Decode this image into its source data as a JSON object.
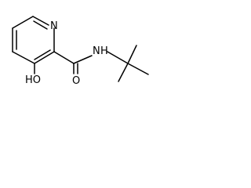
{
  "molecule": {
    "atoms": {
      "ring_nitrogen": "N",
      "amide_nitrogen": "N",
      "amide_hydrogen": "H",
      "carbonyl_oxygen": "O",
      "hydroxyl": "HO"
    }
  }
}
